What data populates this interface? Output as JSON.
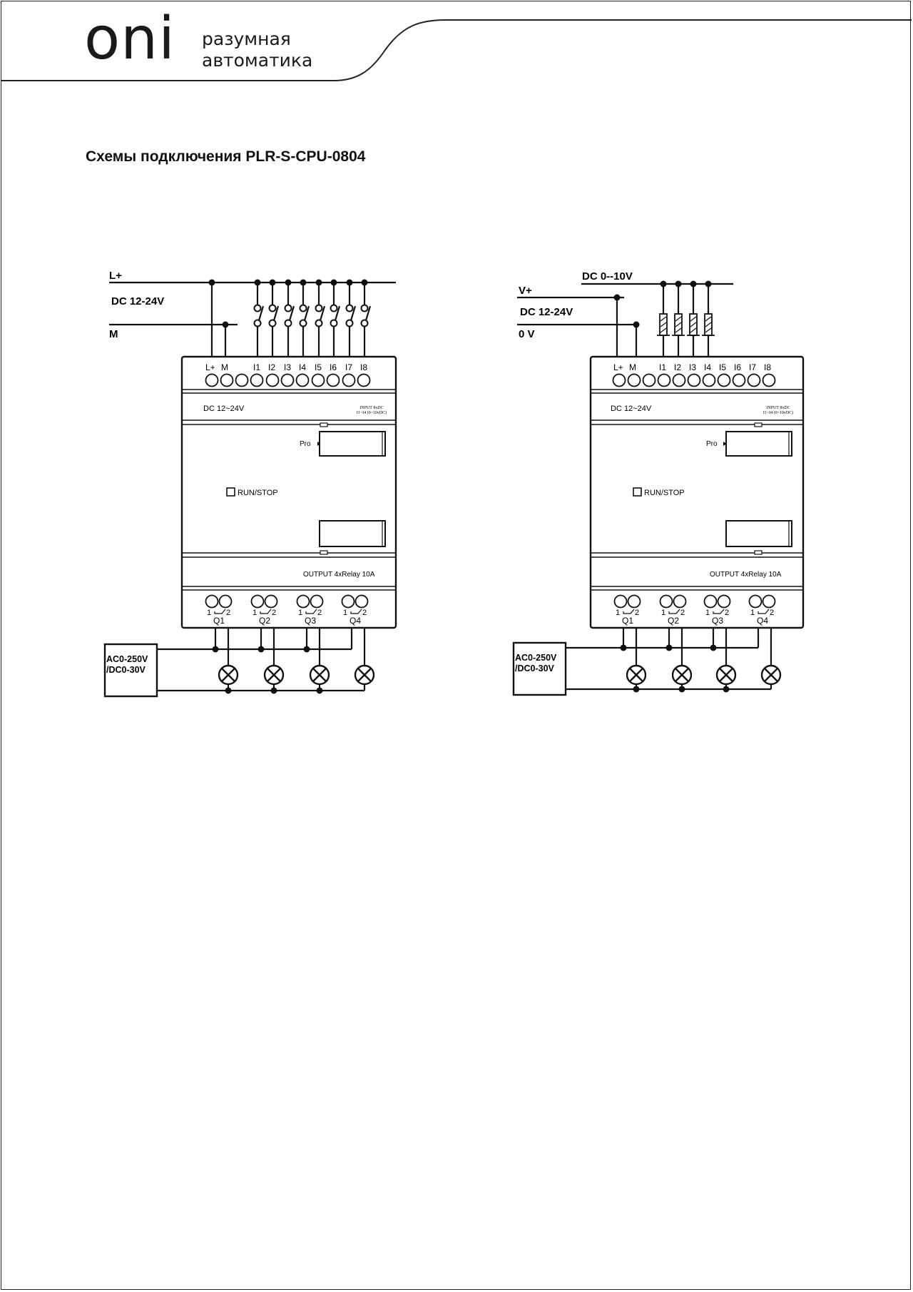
{
  "header": {
    "logo_text": "oni",
    "tagline_line1": "разумная",
    "tagline_line2": "автоматика"
  },
  "title": "Схемы подключения  PLR-S-CPU-0804",
  "diagrams": [
    {
      "id": "switch-inputs",
      "power_labels": [
        "L+",
        "DC  12-24V",
        "M"
      ],
      "terminal_labels": [
        "L+",
        "M",
        "I1",
        "I2",
        "I3",
        "I4",
        "I5",
        "I6",
        "I7",
        "I8"
      ],
      "supply_label": "DC 12~24V",
      "input_spec_line1": "INPUT 8xDC",
      "input_spec_line2": "I1~I4 (0~10vDC)",
      "pro_label": "Pro",
      "run_stop_label": "RUN/STOP",
      "output_label": "OUTPUT  4xRelay 10A",
      "relay_pin_1": "1",
      "relay_pin_2": "2",
      "outputs": [
        "Q1",
        "Q2",
        "Q3",
        "Q4"
      ],
      "load_source_line1": "AC0-250V",
      "load_source_line2": "/DC0-30V"
    },
    {
      "id": "analog-inputs",
      "power_labels": [
        "DC 0--10V",
        "V+",
        "DC 12-24V",
        "0 V"
      ],
      "terminal_labels": [
        "L+",
        "M",
        "I1",
        "I2",
        "I3",
        "I4",
        "I5",
        "I6",
        "I7",
        "I8"
      ],
      "supply_label": "DC 12~24V",
      "input_spec_line1": "INPUT 8xDC",
      "input_spec_line2": "I1~I4 (0~10vDC)",
      "pro_label": "Pro",
      "run_stop_label": "RUN/STOP",
      "output_label": "OUTPUT  4xRelay 10A",
      "relay_pin_1": "1",
      "relay_pin_2": "2",
      "outputs": [
        "Q1",
        "Q2",
        "Q3",
        "Q4"
      ],
      "load_source_line1": "AC0-250V",
      "load_source_line2": "/DC0-30V"
    }
  ]
}
